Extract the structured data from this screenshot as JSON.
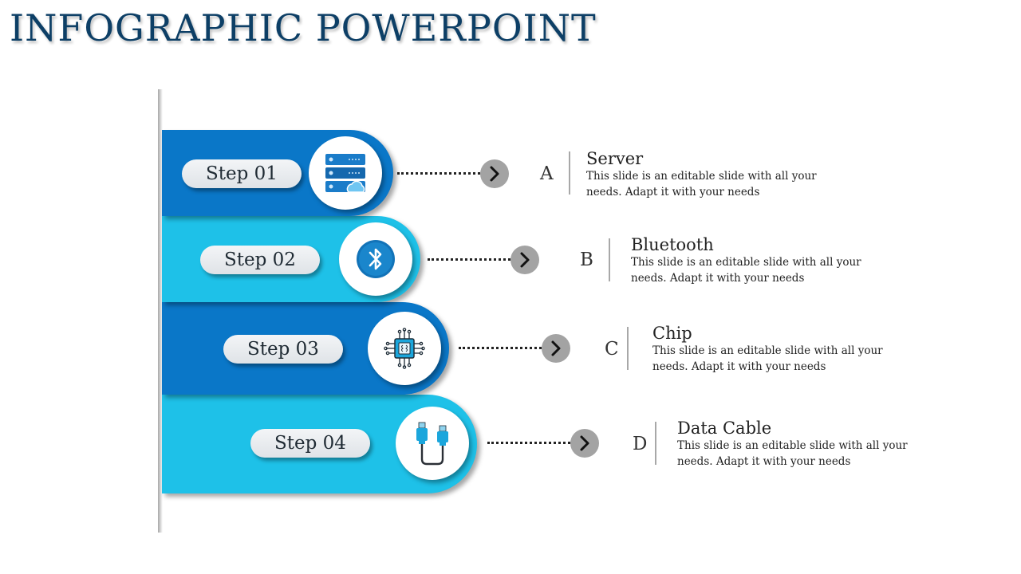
{
  "title": "INFOGRAPHIC POWERPOINT",
  "colors": {
    "title": "#0d3f66",
    "dark_band": "#0a77c8",
    "light_band": "#1ec1e8",
    "arrow": "#a3a3a3"
  },
  "steps": [
    {
      "label": "Step 01",
      "letter": "A",
      "heading": "Server",
      "description": "This slide is an editable slide with all your needs. Adapt it  with your needs",
      "icon": "server-cloud-icon"
    },
    {
      "label": "Step 02",
      "letter": "B",
      "heading": "Bluetooth",
      "description": "This slide is an editable slide with all your needs. Adapt it  with your needs",
      "icon": "bluetooth-icon"
    },
    {
      "label": "Step 03",
      "letter": "C",
      "heading": "Chip",
      "description": "This slide is an editable slide with all your needs. Adapt it  with your needs",
      "icon": "chip-icon"
    },
    {
      "label": "Step 04",
      "letter": "D",
      "heading": "Data Cable",
      "description": "This slide is an editable slide with all your needs. Adapt it  with your needs",
      "icon": "usb-cable-icon"
    }
  ]
}
